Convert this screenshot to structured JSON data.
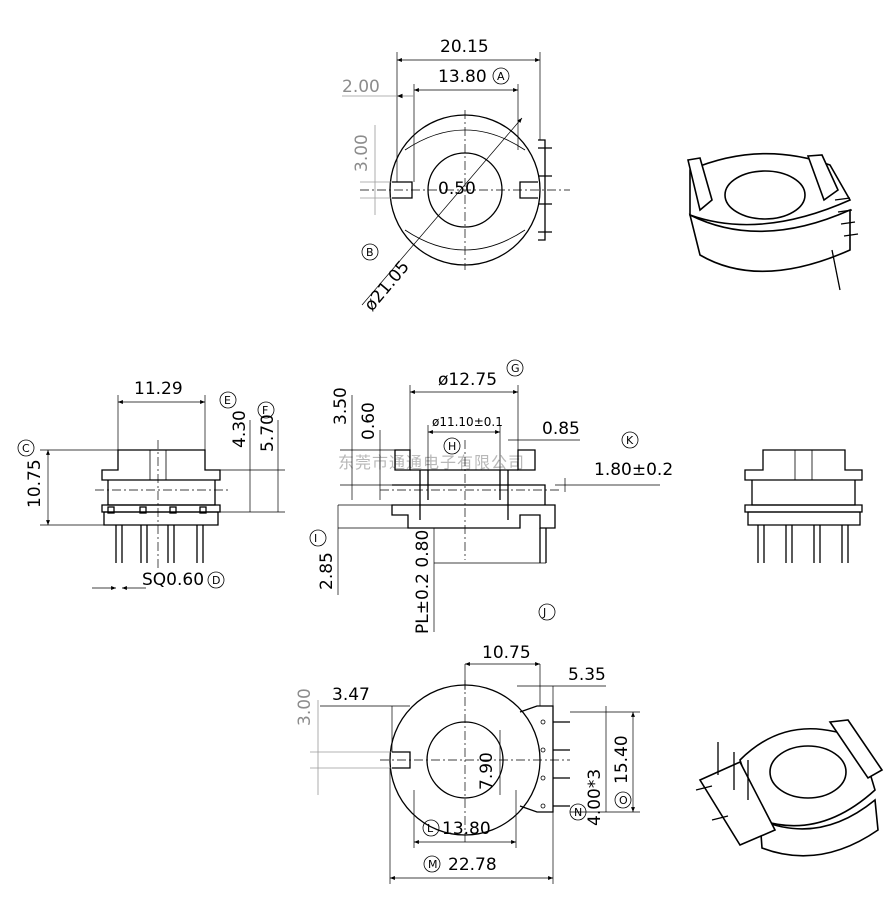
{
  "watermark": "东莞市通通电子有限公司",
  "top_view": {
    "dims": {
      "overall_width": "20.15",
      "inner_width": "13.80",
      "slot_width": "2.00",
      "slot_height": "3.00",
      "gap": "0.50",
      "diameter": "ø21.05"
    },
    "refs": {
      "A": "A",
      "B": "B"
    }
  },
  "side_view": {
    "dims": {
      "top_width": "11.29",
      "total_height": "10.75",
      "dim_e": "4.30",
      "dim_f": "5.70",
      "pin_size": "SQ0.60"
    },
    "refs": {
      "C": "C",
      "D": "D",
      "E": "E",
      "F": "F"
    }
  },
  "section_view": {
    "dims": {
      "outer_dia": "ø12.75",
      "inner_dia": "ø11.10±0.1",
      "flange_height": "3.50",
      "step": "0.60",
      "wall": "0.85",
      "flange_thickness": "1.80±0.2",
      "base": "2.85",
      "pin_length": "PL±0.2 0.80"
    },
    "refs": {
      "G": "G",
      "H": "H",
      "I": "I",
      "J": "J",
      "K": "K"
    }
  },
  "bottom_view": {
    "dims": {
      "width_a": "10.75",
      "width_b": "5.35",
      "slot_height": "3.00",
      "slot_width": "3.47",
      "bore": "7.90",
      "pitch_total": "15.40",
      "pitch": "4.00*3",
      "inner": "13.80",
      "overall": "22.78"
    },
    "refs": {
      "L": "L",
      "M": "M",
      "N": "N",
      "O": "O"
    }
  }
}
